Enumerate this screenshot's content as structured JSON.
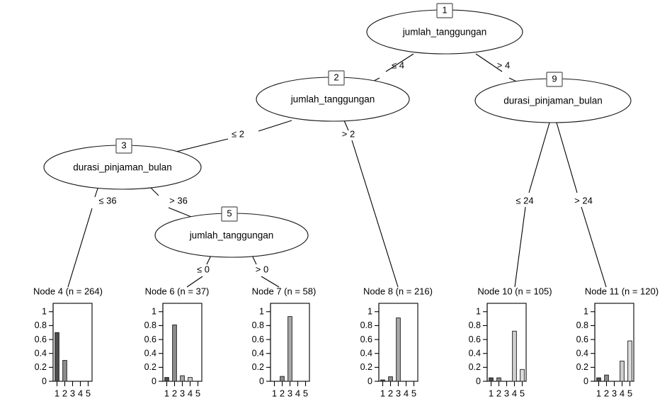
{
  "chart_data": {
    "type": "tree",
    "title": "",
    "description": "Conditional inference decision tree with six terminal barplot nodes",
    "split_variables": [
      "jumlah_tanggungan",
      "durasi_pinjaman_bulan"
    ],
    "inner_nodes": [
      {
        "id": "1",
        "label": "jumlah_tanggungan",
        "left_edge": "≤ 4",
        "right_edge": "> 4"
      },
      {
        "id": "2",
        "label": "jumlah_tanggungan",
        "left_edge": "≤ 2",
        "right_edge": "> 2"
      },
      {
        "id": "3",
        "label": "durasi_pinjaman_bulan",
        "left_edge": "≤ 36",
        "right_edge": "> 36"
      },
      {
        "id": "5",
        "label": "jumlah_tanggungan",
        "left_edge": "≤ 0",
        "right_edge": "> 0"
      },
      {
        "id": "9",
        "label": "durasi_pinjaman_bulan",
        "left_edge": "≤ 24",
        "right_edge": "> 24"
      }
    ],
    "terminal_nodes": [
      {
        "id": "4",
        "title": "Node 4 (n = 264)",
        "n": 264,
        "categories": [
          "1",
          "2",
          "3",
          "4",
          "5"
        ],
        "values": [
          0.7,
          0.3,
          0.0,
          0.0,
          0.0
        ]
      },
      {
        "id": "6",
        "title": "Node 6 (n = 37)",
        "n": 37,
        "categories": [
          "1",
          "2",
          "3",
          "4",
          "5"
        ],
        "values": [
          0.055,
          0.81,
          0.08,
          0.055,
          0.0
        ]
      },
      {
        "id": "7",
        "title": "Node 7 (n = 58)",
        "n": 58,
        "categories": [
          "1",
          "2",
          "3",
          "4",
          "5"
        ],
        "values": [
          0.0,
          0.07,
          0.93,
          0.0,
          0.0
        ]
      },
      {
        "id": "8",
        "title": "Node 8 (n = 216)",
        "n": 216,
        "categories": [
          "1",
          "2",
          "3",
          "4",
          "5"
        ],
        "values": [
          0.02,
          0.065,
          0.91,
          0.0,
          0.0
        ]
      },
      {
        "id": "10",
        "title": "Node 10 (n = 105)",
        "n": 105,
        "categories": [
          "1",
          "2",
          "3",
          "4",
          "5"
        ],
        "values": [
          0.05,
          0.05,
          0.0,
          0.72,
          0.17
        ]
      },
      {
        "id": "11",
        "title": "Node 11 (n = 120)",
        "n": 120,
        "categories": [
          "1",
          "2",
          "3",
          "4",
          "5"
        ],
        "values": [
          0.05,
          0.09,
          0.0,
          0.29,
          0.58
        ]
      }
    ],
    "yticks": [
      "0",
      "0.2",
      "0.4",
      "0.6",
      "0.8",
      "1"
    ],
    "ylim": [
      0,
      1.12
    ],
    "bar_colors": [
      "#4d4d4d",
      "#8c8c8c",
      "#a8a8a8",
      "#cfcfcf",
      "#dcdcdc"
    ],
    "grid": false,
    "legend": "none"
  }
}
